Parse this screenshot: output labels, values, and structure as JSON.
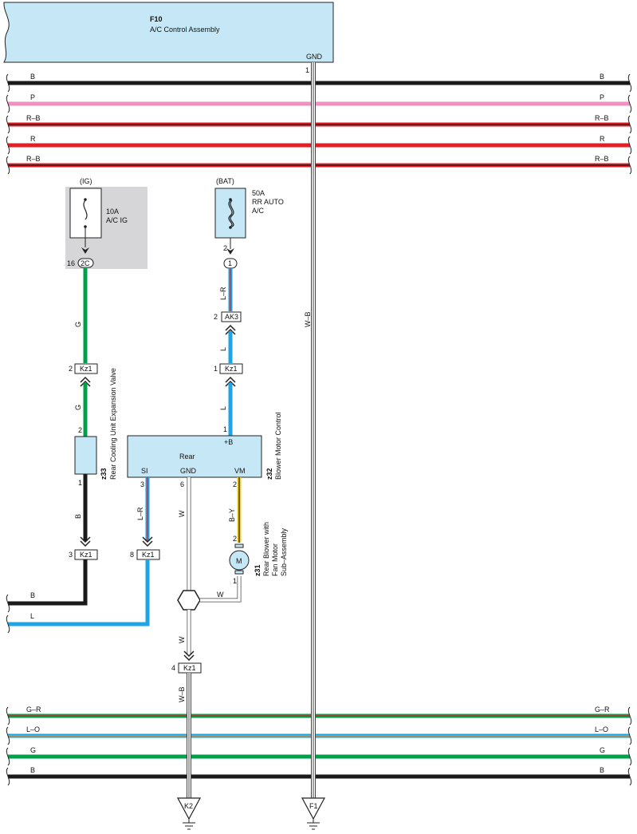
{
  "colors": {
    "B": "#1a1a1a",
    "P": "#ef8fc2",
    "R": "#e31e26",
    "G": "#00a04b",
    "L": "#1ea5e6",
    "Y": "#f5d020",
    "O": "#f28c1f",
    "W": "#ffffff",
    "module_fill": "#c6e8f6",
    "ig_panel": "#d6d6d8"
  },
  "module_f10": {
    "code": "F10",
    "name": "A/C Control Assembly",
    "pin_label": "GND",
    "pin": "1"
  },
  "top_buses": [
    {
      "label": "B"
    },
    {
      "label": "P"
    },
    {
      "label": "R–B"
    },
    {
      "label": "R"
    },
    {
      "label": "R–B"
    }
  ],
  "bottom_buses": [
    {
      "label": "G–R"
    },
    {
      "label": "L–O"
    },
    {
      "label": "G"
    },
    {
      "label": "B"
    }
  ],
  "fuse_ig": {
    "source": "(IG)",
    "rating": "10A",
    "name": "A/C IG",
    "connector": "2C",
    "pin": "16"
  },
  "fuse_bat": {
    "source": "(BAT)",
    "rating": "50A",
    "name_line1": "RR AUTO",
    "name_line2": "A/C",
    "pin": "2",
    "connector": "1"
  },
  "left_branch": {
    "wire_upper": "G",
    "wire_mid": "G",
    "wire_lower": "B",
    "conn_upper": {
      "pin": "2",
      "label": "Kz1"
    },
    "conn_lower": {
      "pin": "3",
      "label": "Kz1"
    },
    "bottom_bus_b": "B",
    "bottom_bus_l": "L"
  },
  "z33": {
    "pin_top": "2",
    "pin_bottom": "1",
    "code": "z33",
    "name": "Rear Cooling Unit Expansion Valve"
  },
  "bat_branch": {
    "wire_1": "L–R",
    "conn_ak3": {
      "pin": "2",
      "label": "AK3"
    },
    "wire_2": "L",
    "conn_kz1": {
      "pin": "1",
      "label": "Kz1"
    },
    "wire_3": "L",
    "pin_b": "1"
  },
  "z32": {
    "title": "Rear",
    "plus_b": "+B",
    "si": "SI",
    "gnd": "GND",
    "vm": "VM",
    "pin_si": "3",
    "pin_gnd": "6",
    "pin_vm": "2",
    "code": "z32",
    "name": "Blower Motor Control"
  },
  "si_branch": {
    "wire": "L–R",
    "conn": {
      "pin": "8",
      "label": "Kz1"
    }
  },
  "gnd_branch": {
    "wire_upper": "W",
    "wire_cross": "W",
    "wire_lower": "W",
    "conn": {
      "pin": "4",
      "label": "Kz1"
    },
    "wire_final": "W–B"
  },
  "z31": {
    "wire": "B–Y",
    "pin_top": "2",
    "pin_bottom": "1",
    "symbol": "M",
    "code": "z31",
    "name_line1": "Rear Blower with",
    "name_line2": "Fan Motor",
    "name_line3": "Sub–Assembly"
  },
  "f10_ground_wire": "W–B",
  "grounds": {
    "left": "K2",
    "right": "F1"
  }
}
